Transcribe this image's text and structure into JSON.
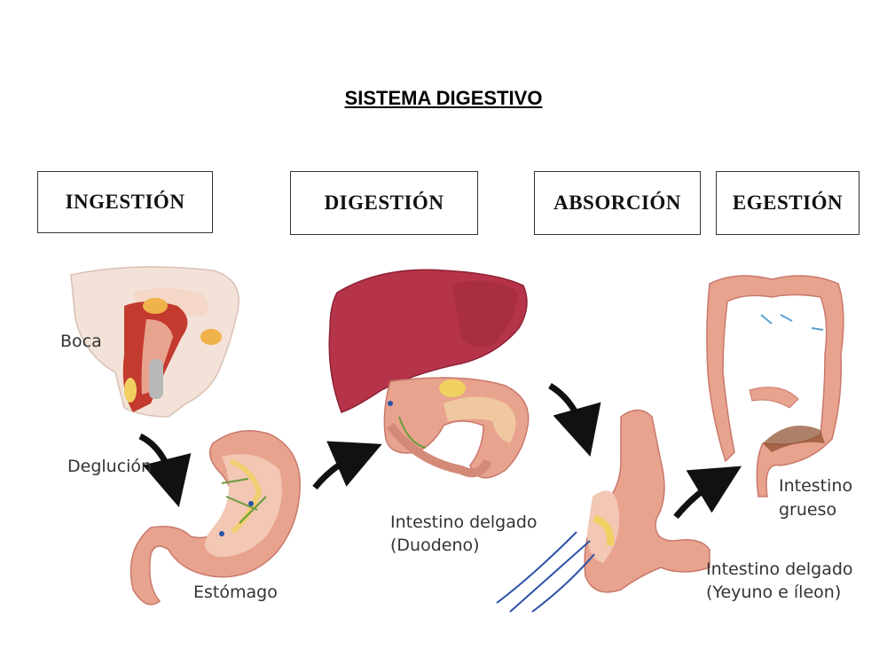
{
  "title": "SISTEMA DIGESTIVO",
  "stages": [
    "INGESTIÓN",
    "DIGESTIÓN",
    "ABSORCIÓN",
    "EGESTIÓN"
  ],
  "labels": {
    "boca": "Boca",
    "deglucion": "Deglución",
    "estomago": "Estómago",
    "duodeno_1": "Intestino delgado",
    "duodeno_2": "(Duodeno)",
    "grueso_1": "Intestino",
    "grueso_2": "grueso",
    "yeyuno_1": "Intestino delgado",
    "yeyuno_2": "(Yeyuno e íleon)"
  },
  "colors": {
    "organ_pink": "#e8a38f",
    "liver": "#b6344a",
    "stomach_inner": "#f2c7b3",
    "bile_yellow": "#f0d060",
    "arrow": "#111111"
  }
}
